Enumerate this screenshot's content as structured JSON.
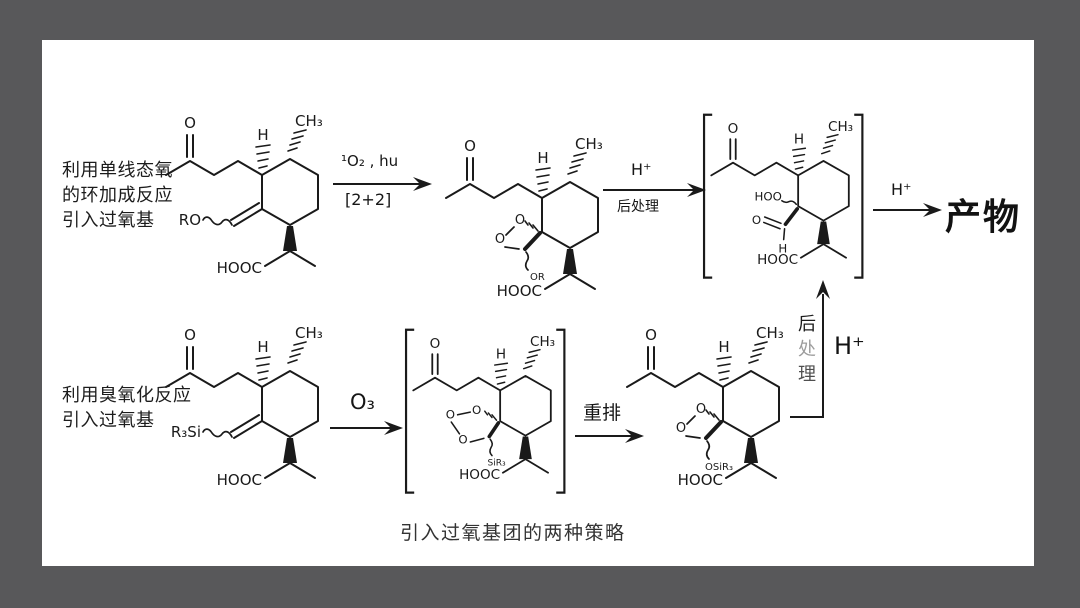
{
  "panel": {
    "bg": "#ffffff",
    "frame": "#58585a",
    "ink": "#1a1a1a"
  },
  "strategies": [
    {
      "label_lines": [
        "利用单线态氧",
        "的环加成反应",
        "引入过氧基"
      ]
    },
    {
      "label_lines": [
        "利用臭氧化反应",
        "引入过氧基"
      ]
    }
  ],
  "arrows": {
    "cycloaddition": {
      "top": "¹O₂ , hu",
      "bottom": "[2+2]"
    },
    "workup1": {
      "top": "H⁺",
      "bottom": "后处理"
    },
    "to_product": {
      "top": "H⁺"
    },
    "ozonolysis": {
      "top": "O₃"
    },
    "rearrange": {
      "top": "重排"
    },
    "workup2": {
      "side": "H⁺",
      "chars": [
        "后",
        "处",
        "理"
      ]
    }
  },
  "product": "产物",
  "caption": "引入过氧基团的两种策略",
  "atom_labels": {
    "o": "O",
    "h": "H",
    "ch3": "CH₃",
    "hooc": "HOOC",
    "ro": "RO",
    "or": "OR",
    "r3si": "R₃Si",
    "sir3": "SiR₃",
    "osir3": "OSiR₃",
    "hoo": "HOO"
  }
}
